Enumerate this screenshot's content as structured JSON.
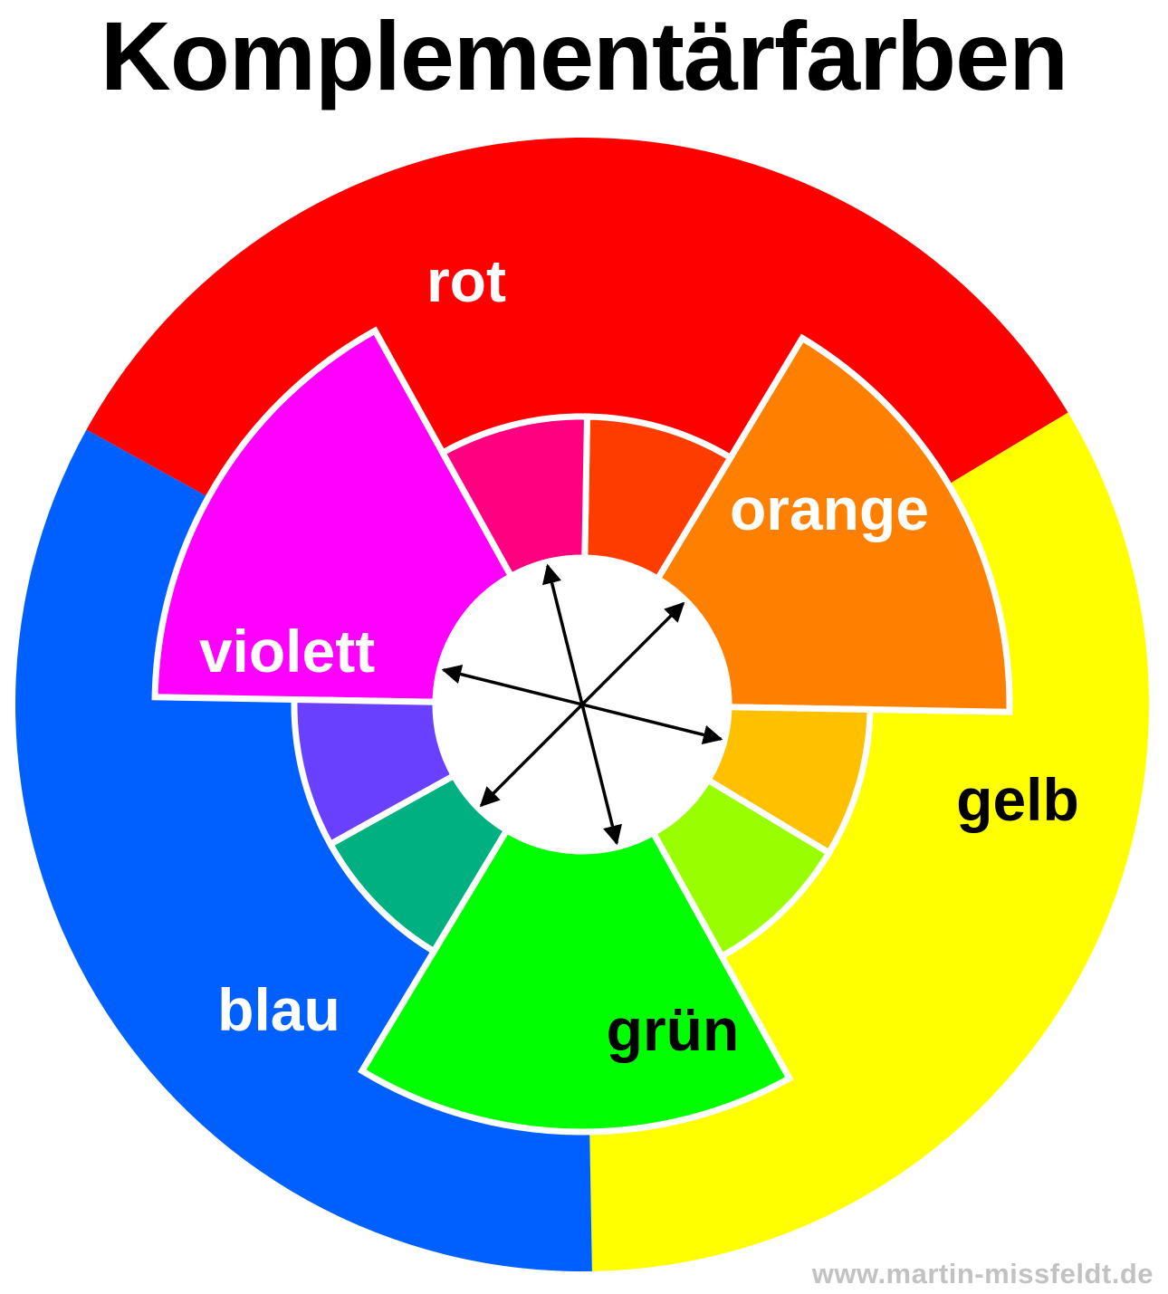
{
  "title": "Komplementärfarben",
  "watermark": "www.martin-missfeldt.de",
  "wheel": {
    "primary_ring": [
      {
        "label": "rot",
        "color": "#ff0000",
        "label_color": "#ffffff"
      },
      {
        "label": "gelb",
        "color": "#ffff00",
        "label_color": "#000000"
      },
      {
        "label": "blau",
        "color": "#0060ff",
        "label_color": "#ffffff"
      }
    ],
    "secondary_wedges": [
      {
        "label": "orange",
        "color": "#ff8000",
        "label_color": "#ffffff"
      },
      {
        "label": "grün",
        "color": "#00ff00",
        "label_color": "#000000"
      },
      {
        "label": "violett",
        "color": "#ff00ff",
        "label_color": "#ffffff"
      }
    ],
    "tertiary_wedges": [
      {
        "name": "red-orange",
        "color": "#ff3c00"
      },
      {
        "name": "yellow-orange",
        "color": "#ffc000"
      },
      {
        "name": "yellow-green",
        "color": "#99ff00"
      },
      {
        "name": "blue-green",
        "color": "#00b080"
      },
      {
        "name": "blue-violet",
        "color": "#6a40ff"
      },
      {
        "name": "red-violet",
        "color": "#ff0080"
      }
    ],
    "inner_ring_colors": {
      "red": "#ff0000",
      "yellow": "#ffff00",
      "blue": "#0060ff"
    },
    "complementary_pairs": [
      [
        "rot",
        "grün"
      ],
      [
        "orange",
        "blau"
      ],
      [
        "gelb",
        "violett"
      ]
    ],
    "center_color": "#ffffff",
    "arrow_color": "#000000"
  }
}
